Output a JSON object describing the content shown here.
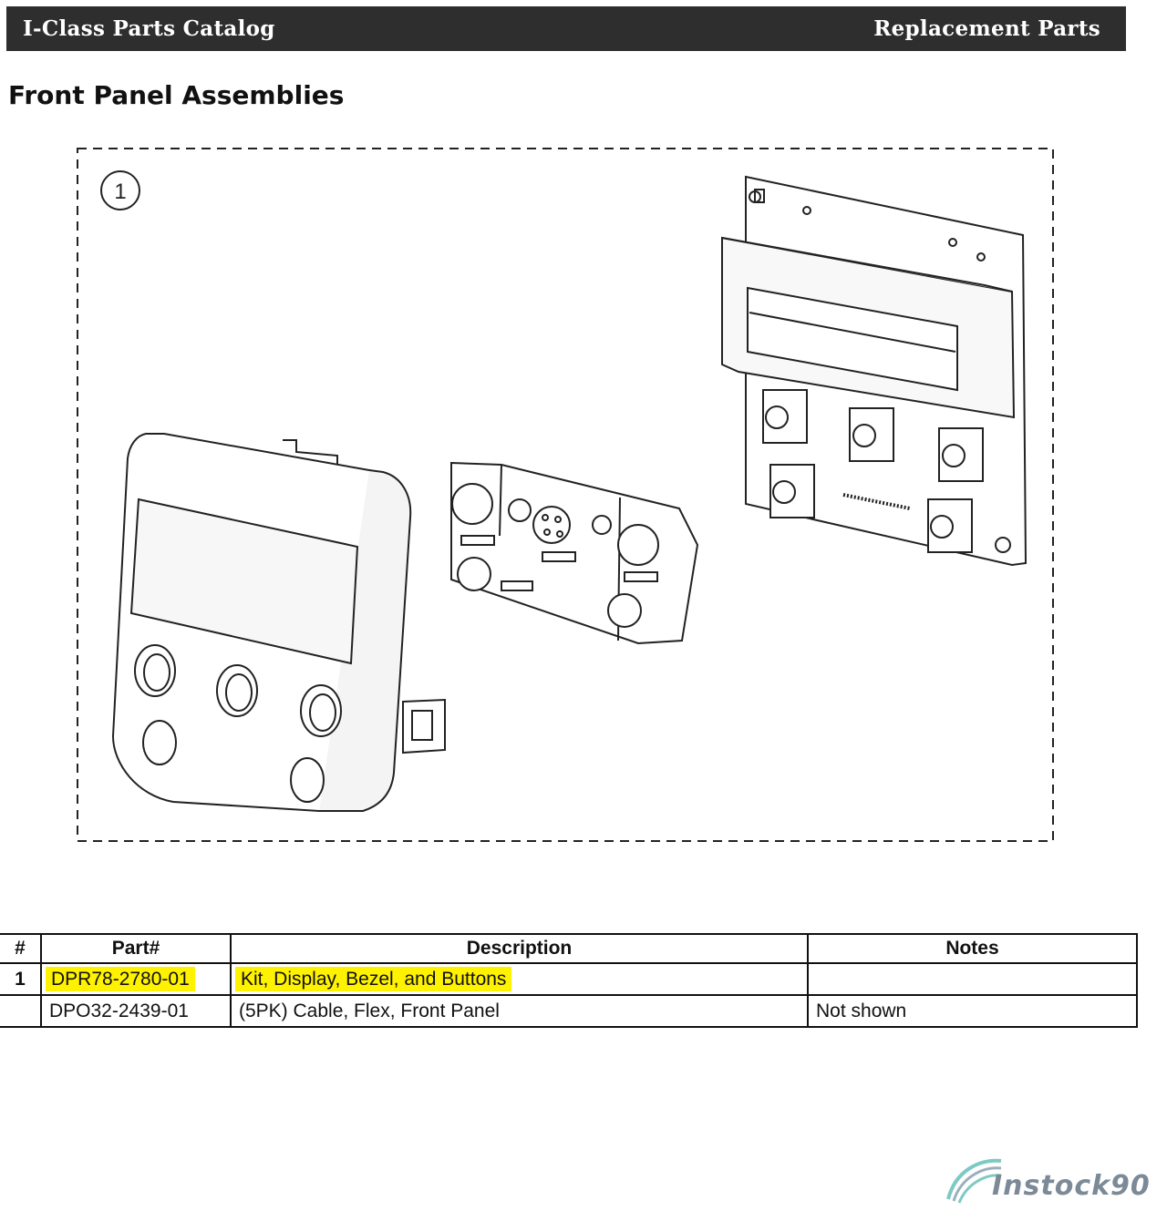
{
  "header": {
    "left_title": "I-Class Parts Catalog",
    "right_title": "Replacement Parts"
  },
  "page_title": "Front Panel Assemblies",
  "diagram": {
    "callout_number": "1"
  },
  "table": {
    "headers": {
      "num": "#",
      "part": "Part#",
      "description": "Description",
      "notes": "Notes"
    },
    "rows": [
      {
        "num": "1",
        "part": "DPR78-2780-01",
        "description": "Kit, Display, Bezel, and Buttons",
        "notes": "",
        "highlighted": true
      },
      {
        "num": "",
        "part": "DPO32-2439-01",
        "description": "(5PK) Cable, Flex, Front Panel",
        "notes": "Not shown",
        "highlighted": false
      }
    ]
  },
  "logo": {
    "text": "Instock90",
    "highlight_color": "#fff200"
  }
}
